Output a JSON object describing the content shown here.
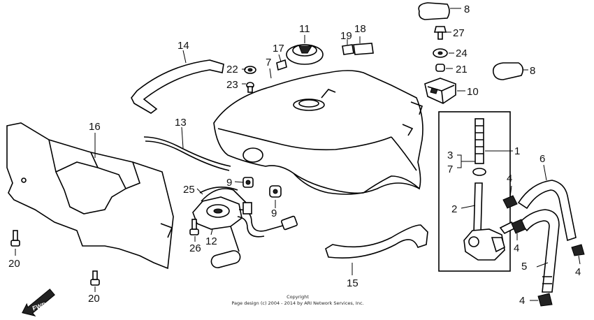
{
  "callouts": [
    "1",
    "2",
    "3",
    "4",
    "4",
    "4",
    "4",
    "5",
    "6",
    "7",
    "7",
    "8",
    "8",
    "9",
    "9",
    "10",
    "11",
    "12",
    "13",
    "14",
    "15",
    "16",
    "17",
    "18",
    "19",
    "20",
    "20",
    "21",
    "22",
    "23",
    "24",
    "25",
    "26",
    "27"
  ],
  "direction_label": "FWD",
  "copyright": {
    "line1": "Copyright",
    "line2": "Page design (c) 2004 - 2014 by ARI Network Services, Inc."
  }
}
